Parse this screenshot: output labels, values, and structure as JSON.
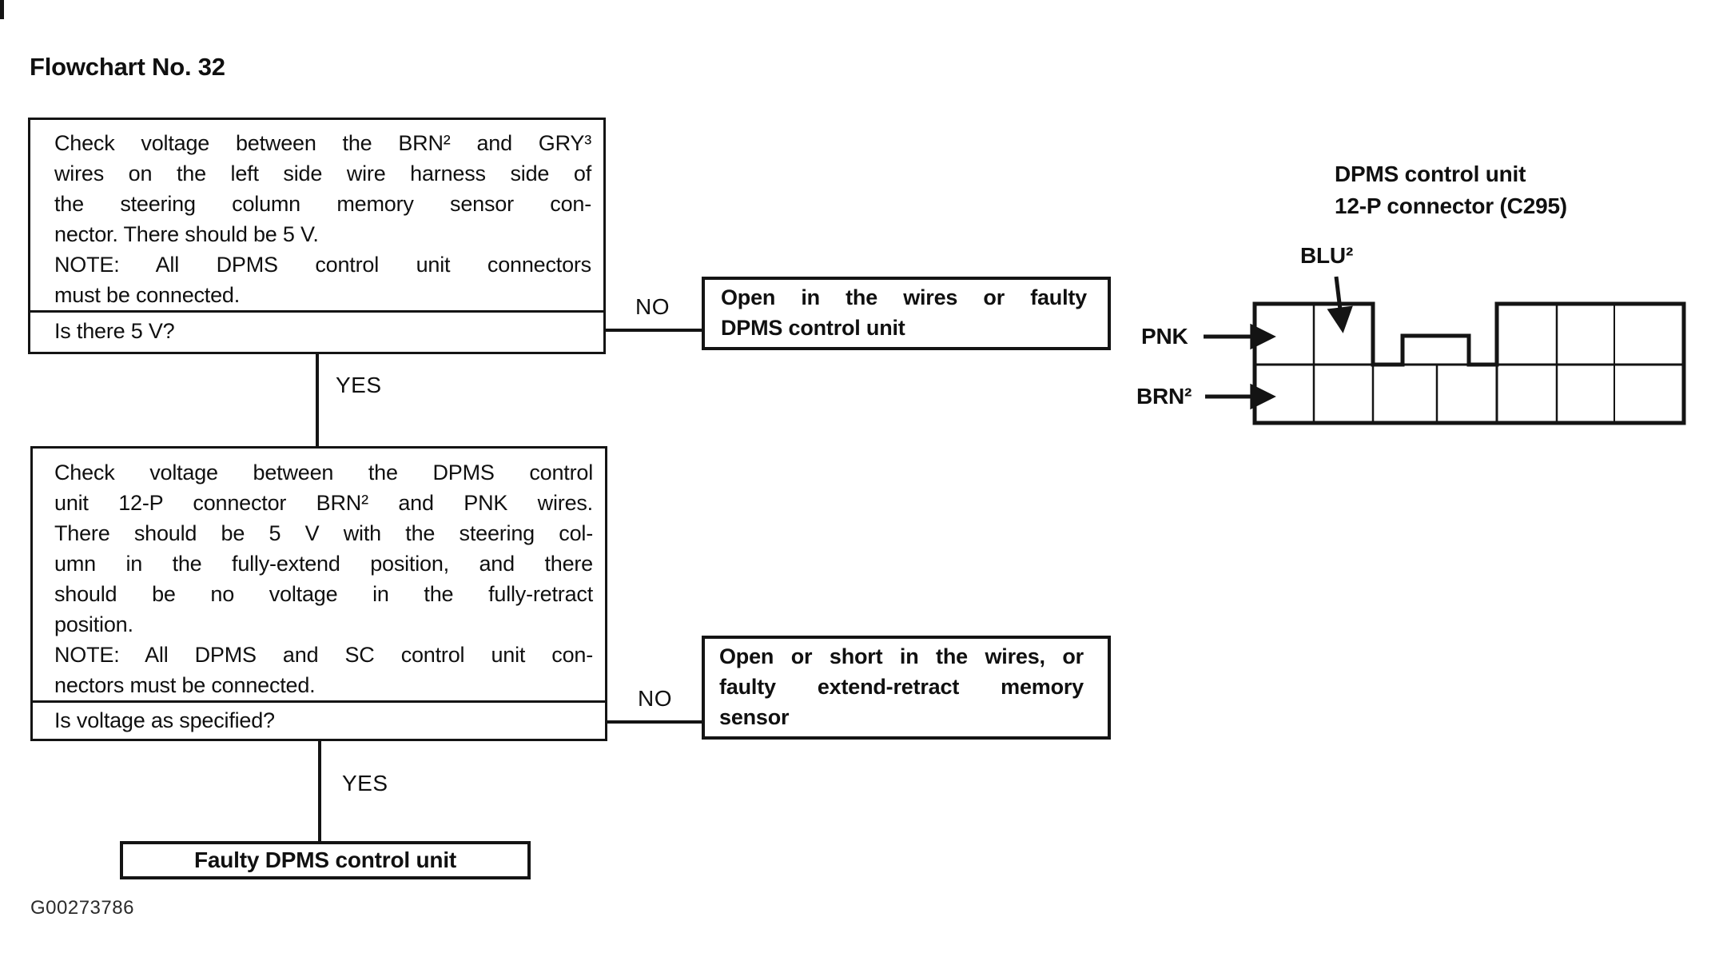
{
  "page": {
    "title": "Flowchart No. 32",
    "figure_number": "G00273786"
  },
  "flowchart": {
    "no_label": "NO",
    "yes_label": "YES",
    "step1": {
      "lines": [
        "Check voltage between the BRN² and GRY³",
        "wires on the left side wire harness side of",
        "the steering column memory sensor con-",
        "nector. There should be 5 V.",
        "NOTE: All DPMS control unit connectors",
        "must be connected."
      ],
      "question": "Is there 5 V?"
    },
    "step1_result": {
      "lines": [
        "Open in the wires or faulty",
        "DPMS control unit"
      ]
    },
    "step2": {
      "lines": [
        "Check voltage between the DPMS control",
        "unit 12-P connector BRN² and PNK wires.",
        "There should be 5 V with the steering col-",
        "umn in the fully-extend position, and there",
        "should be no voltage in the fully-retract",
        "position.",
        "NOTE: All DPMS and SC control unit con-",
        "nectors must be connected."
      ],
      "question": "Is voltage as specified?"
    },
    "step2_result": {
      "lines": [
        "Open or short in the wires, or",
        "faulty extend-retract memory",
        "sensor"
      ]
    },
    "final_result": "Faulty DPMS control unit"
  },
  "connector_diagram": {
    "title_lines": [
      "DPMS control unit",
      "12-P connector (C295)"
    ],
    "labels": {
      "blu": "BLU²",
      "pnk": "PNK",
      "brn": "BRN²"
    }
  }
}
